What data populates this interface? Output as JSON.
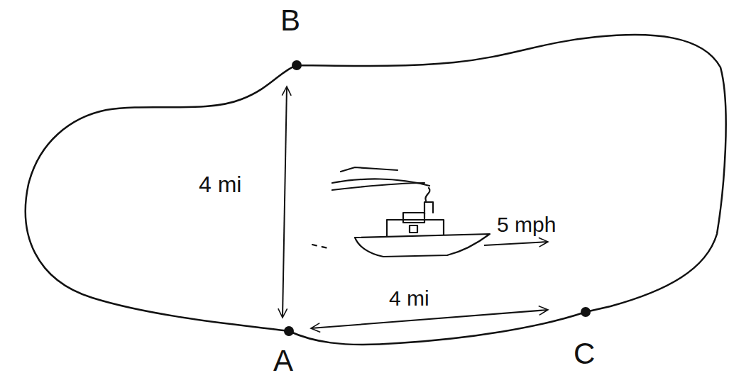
{
  "diagram": {
    "labels": [
      "B",
      "4 mi",
      "5 mph",
      "4 mi",
      "A",
      "C"
    ]
  }
}
